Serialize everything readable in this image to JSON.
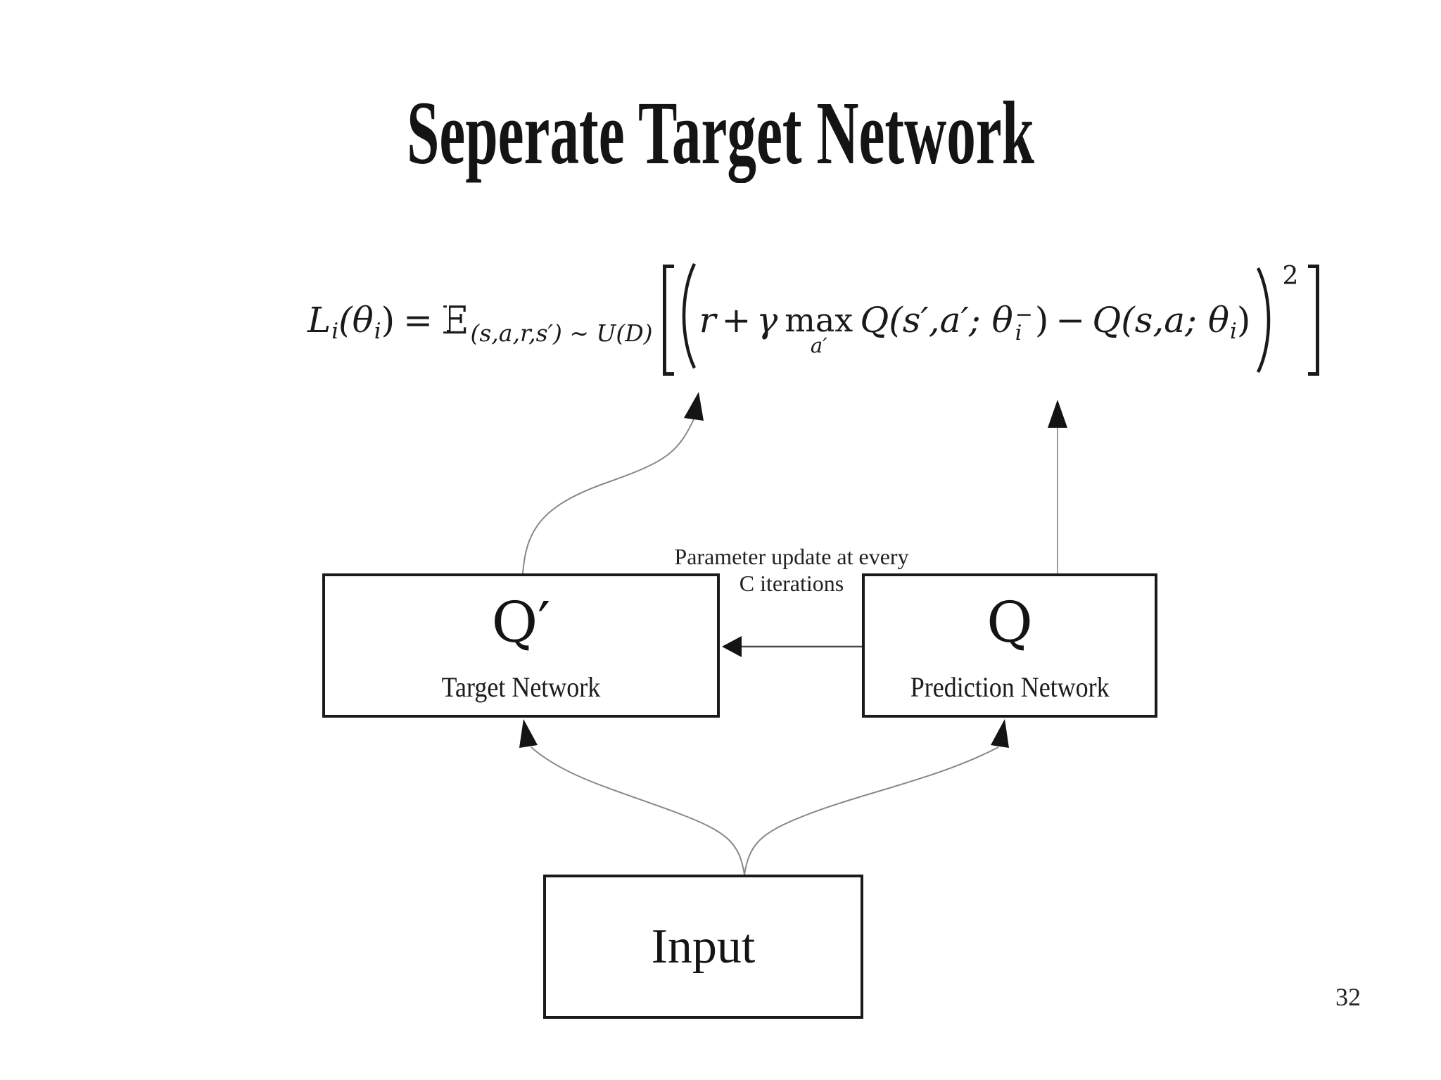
{
  "slide": {
    "title": "Seperate Target Network",
    "page_number": "32",
    "background_color": "#ffffff",
    "ink_color": "#1a1a1a",
    "curve_color": "#888888"
  },
  "formula": {
    "tokens": {
      "L": "L",
      "sub_i": "i",
      "open_theta": "(θ",
      "sub_i2": "i",
      "close": ")",
      "equals": "=",
      "expectation": "E",
      "expectation_sub": "(s,a,r,s′) ∼ U(D)",
      "r": "r",
      "plus": "+",
      "gamma": "γ",
      "max": "max",
      "max_sub": "a′",
      "q_target": "Q(s′,a′; θ",
      "theta_sup": "−",
      "theta_sub": "i",
      "close2": ")",
      "minus": "−",
      "q_online": "Q(s,a; θ",
      "sub_i3": "i",
      "close3": ")",
      "exponent": "2"
    }
  },
  "diagram": {
    "target_box": {
      "symbol": "Q′",
      "label": "Target Network"
    },
    "prediction_box": {
      "symbol": "Q",
      "label": "Prediction Network"
    },
    "input_box": {
      "label": "Input"
    },
    "update_note_line1": "Parameter update at every",
    "update_note_line2": "C iterations"
  }
}
